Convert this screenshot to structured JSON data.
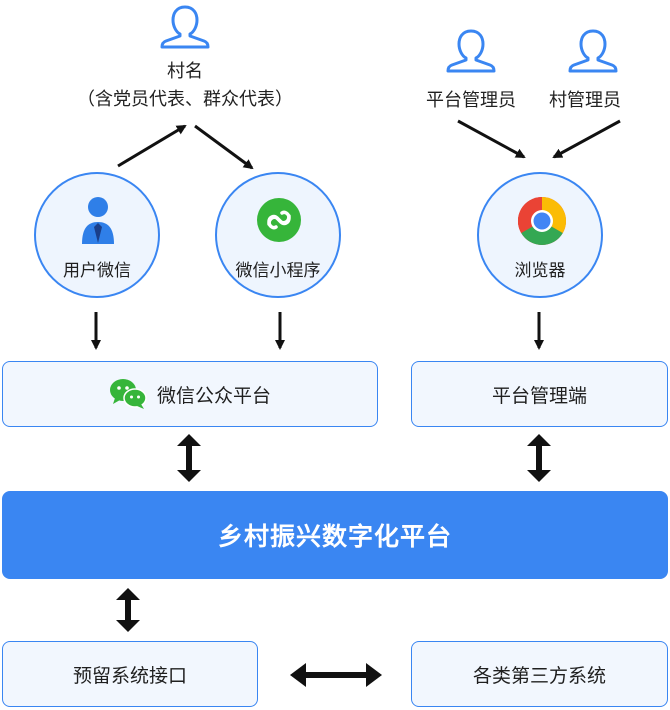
{
  "top_left": {
    "user_label_line1": "村名",
    "user_label_line2": "（含党员代表、群众代表）"
  },
  "top_right": {
    "admin1_label": "平台管理员",
    "admin2_label": "村管理员"
  },
  "circles": {
    "wechat_user": "用户微信",
    "mini_program": "微信小程序",
    "browser": "浏览器"
  },
  "boxes": {
    "wechat_official_platform": "微信公众平台",
    "platform_admin_end": "平台管理端",
    "main_platform": "乡村振兴数字化平台",
    "reserved_interface": "预留系统接口",
    "third_party_systems": "各类第三方系统"
  },
  "colors": {
    "accent": "#3a86f2",
    "light_fill": "#f2f7fe",
    "wechat_green": "#36b53a"
  }
}
